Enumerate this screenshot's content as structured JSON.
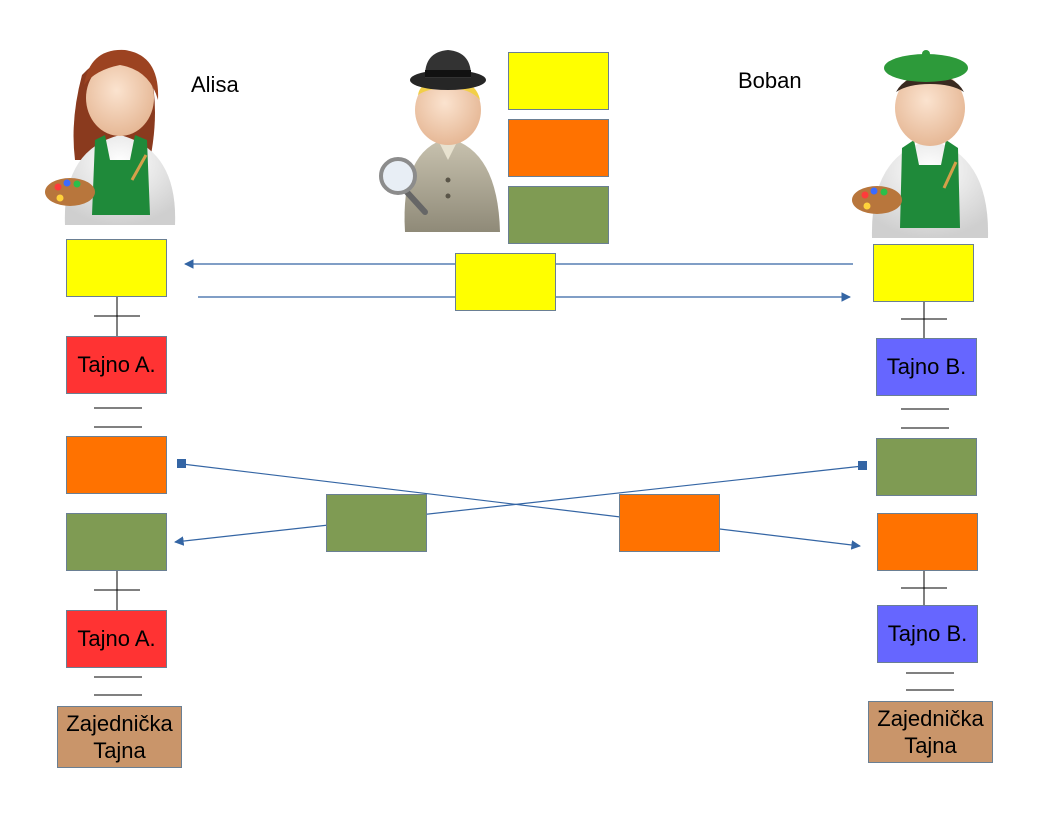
{
  "labels": {
    "alice": "Alisa",
    "bob": "Boban"
  },
  "secrets": {
    "alice": "Tajno A.",
    "bob": "Tajno B."
  },
  "shared": {
    "line1": "Zajednička",
    "line2": "Tajna"
  },
  "colors": {
    "common": "#ffff00",
    "alice_mixed": "#ff7200",
    "bob_mixed": "#7f9b53",
    "alice_secret": "#ff3333",
    "bob_secret": "#6666ff",
    "shared_secret": "#c9956a",
    "arrow": "#3465a4"
  },
  "figures": [
    {
      "role": "alice",
      "icon": "painter-woman-icon"
    },
    {
      "role": "eve",
      "icon": "detective-icon"
    },
    {
      "role": "bob",
      "icon": "painter-man-icon"
    }
  ]
}
